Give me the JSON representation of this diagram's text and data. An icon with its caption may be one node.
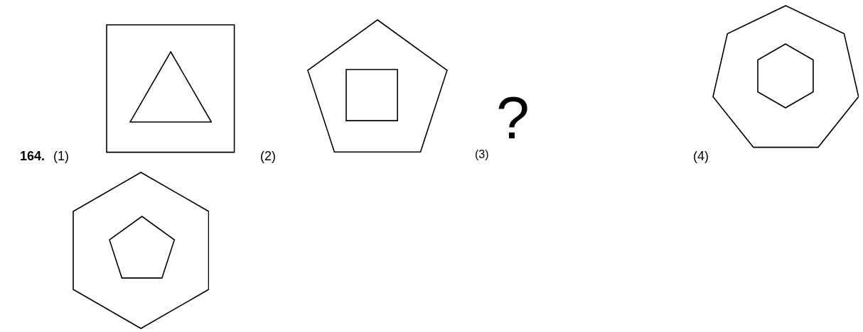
{
  "diagram": {
    "nodes": [
      {
        "text": [],
        "shape": "square"
      },
      {
        "text": [],
        "shape": "triangle",
        "in": 0
      },
      {
        "text": [],
        "shape": "pentagon"
      },
      {
        "text": [],
        "shape": "square",
        "in": 2
      },
      {
        "text": [],
        "shape": "heptagon"
      },
      {
        "text": [],
        "shape": "hexagon",
        "in": 4
      },
      {
        "text": [],
        "shape": "hexagon"
      },
      {
        "text": [],
        "shape": "pentagon",
        "in": 6
      }
    ],
    "labels": [
      "164.",
      "(1)",
      "(2)",
      "(3)",
      "?",
      "(4)"
    ]
  }
}
